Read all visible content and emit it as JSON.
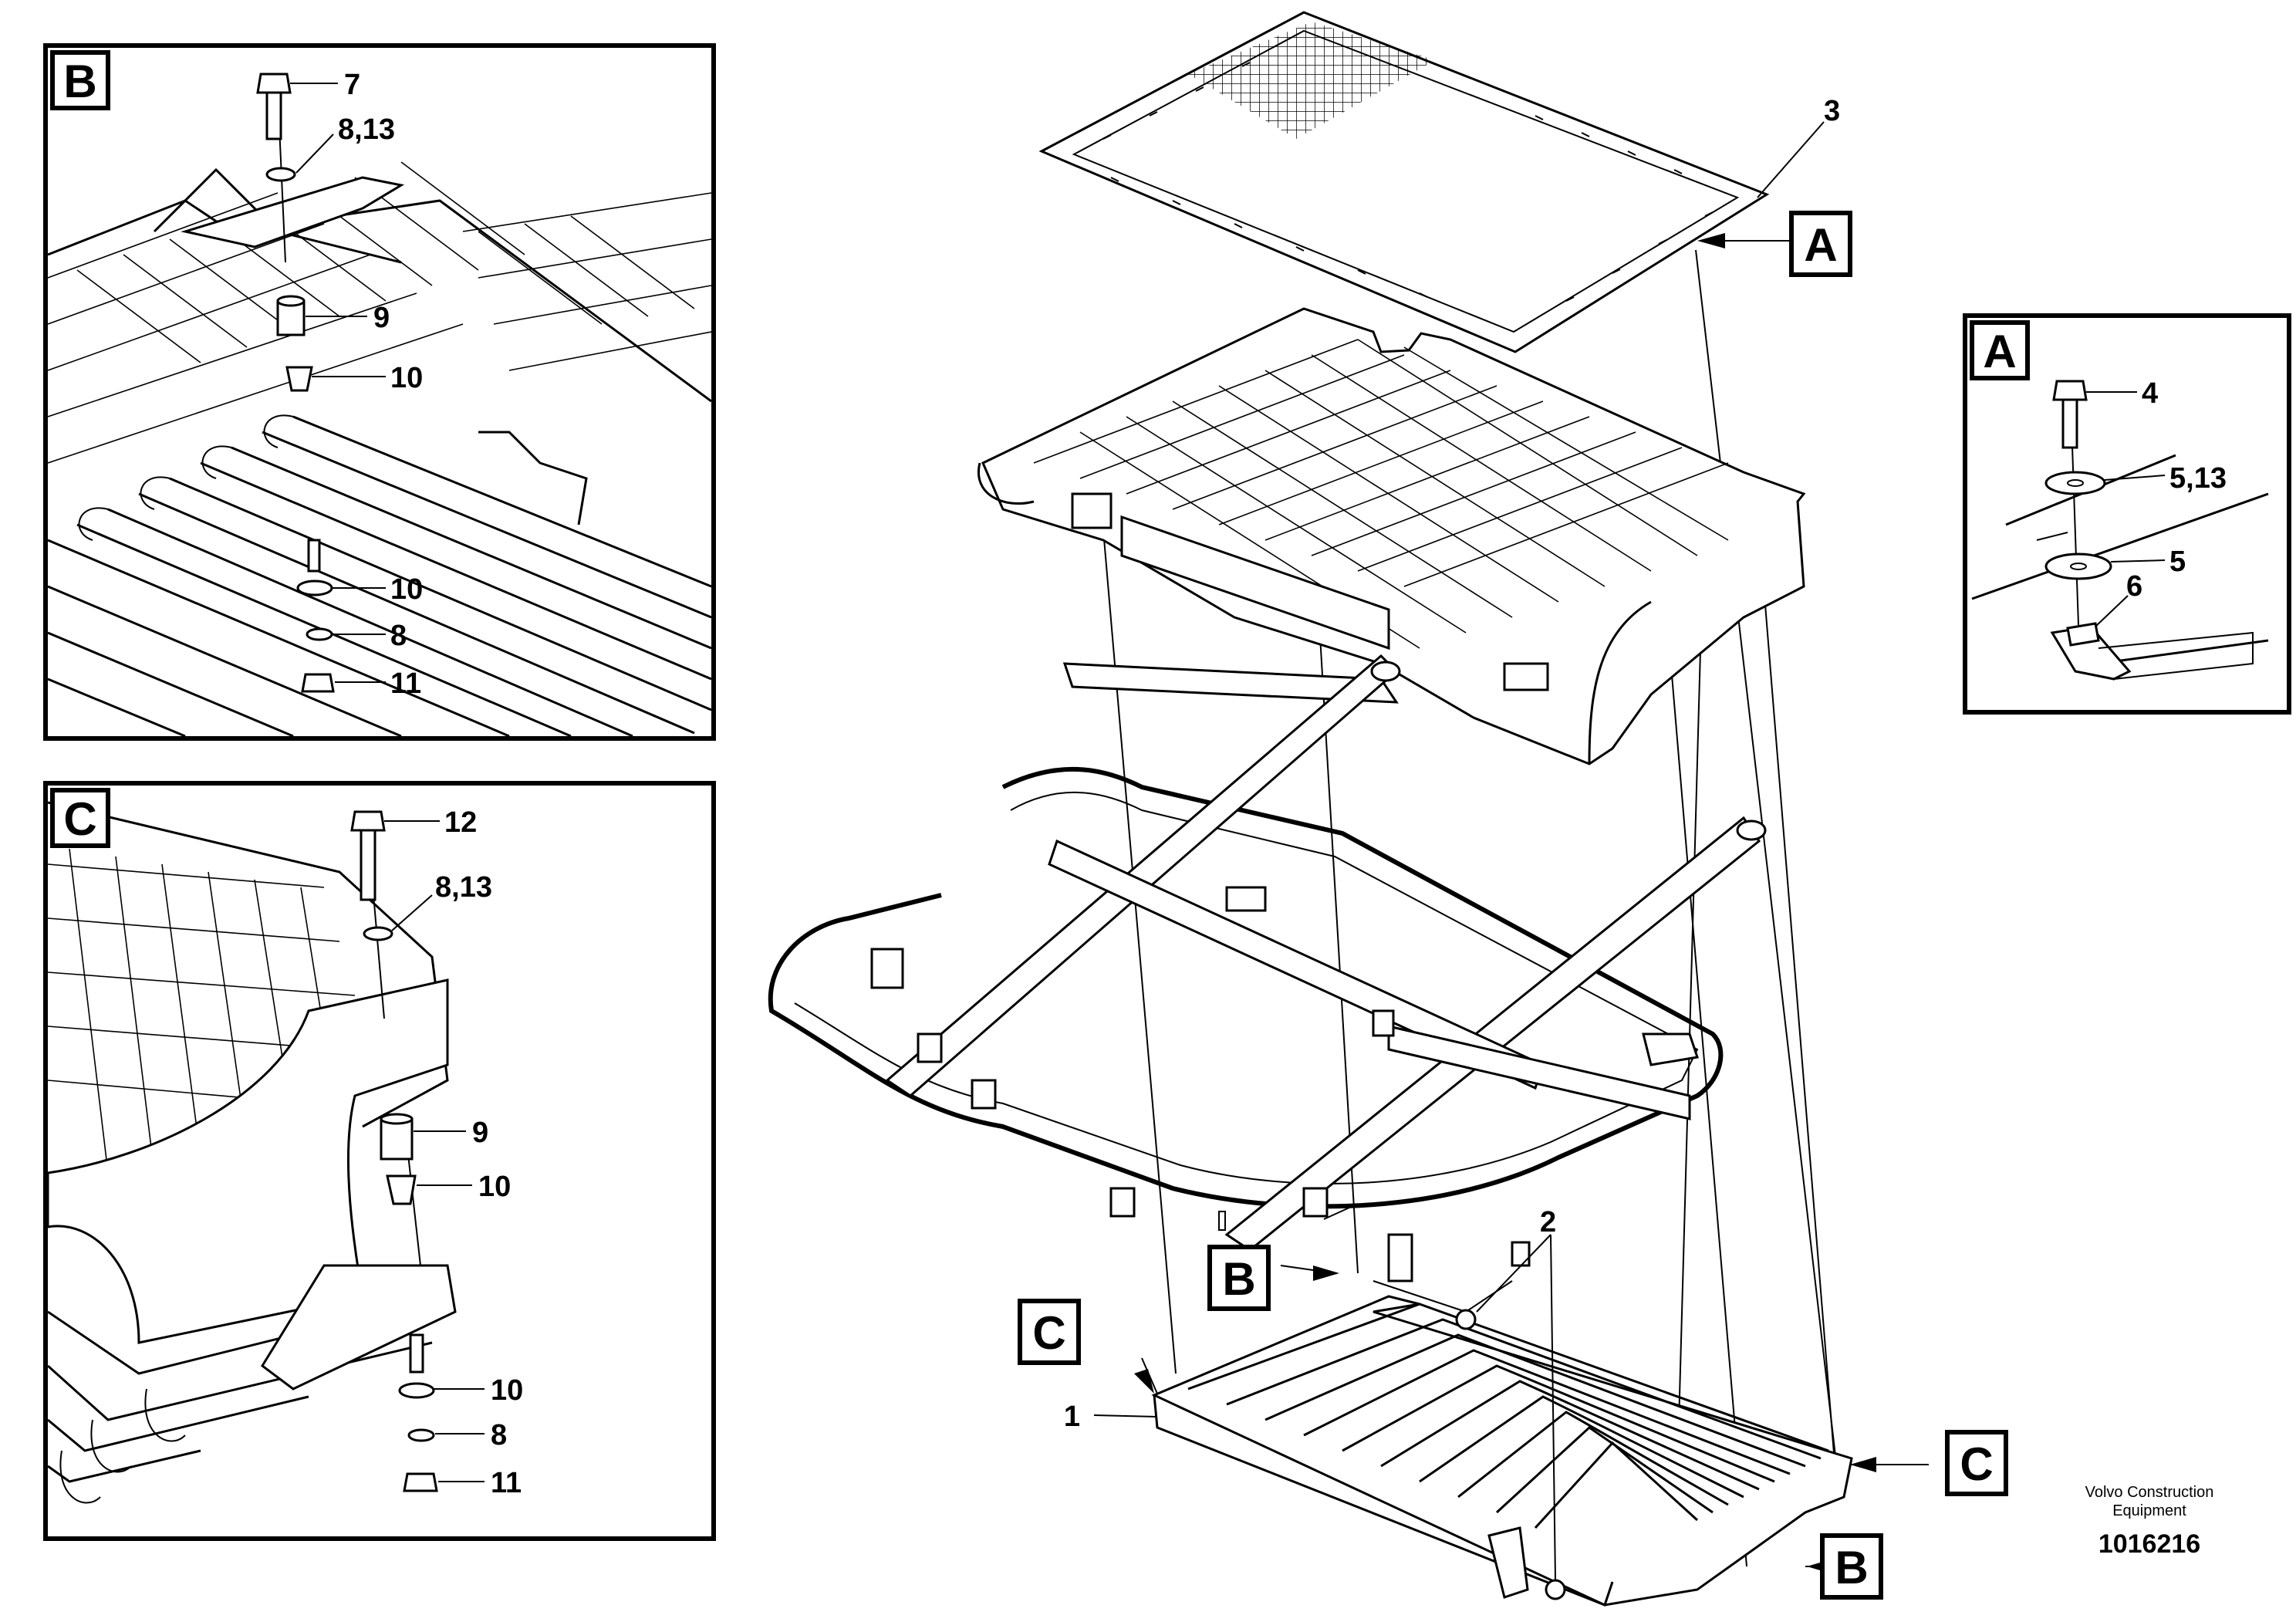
{
  "diagram": {
    "detail_a": {
      "tag": "A",
      "callouts": [
        "4",
        "5,13",
        "5",
        "6"
      ]
    },
    "detail_b": {
      "tag": "B",
      "callouts": [
        "7",
        "8,13",
        "9",
        "10",
        "10",
        "8",
        "11"
      ]
    },
    "detail_c": {
      "tag": "C",
      "callouts": [
        "12",
        "8,13",
        "9",
        "10",
        "10",
        "8",
        "11"
      ]
    },
    "main": {
      "callouts": [
        "3",
        "2",
        "1"
      ],
      "markers": [
        "A",
        "B",
        "C",
        "C",
        "B"
      ]
    },
    "caption": {
      "line1": "Volvo Construction",
      "line2": "Equipment"
    },
    "drawing_number": "1016216"
  }
}
